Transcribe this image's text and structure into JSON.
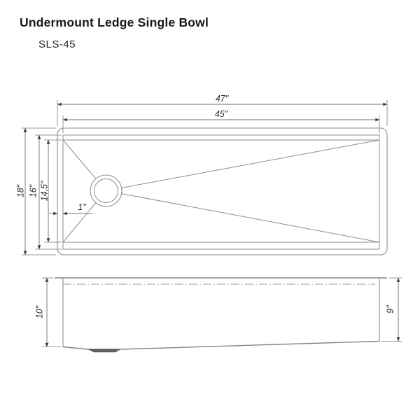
{
  "title": "Undermount Ledge Single Bowl",
  "model": "SLS-45",
  "top_view": {
    "outer_width": "47\"",
    "inner_width": "45\"",
    "outer_depth": "18\"",
    "inner_depth": "16\"",
    "bowl_bottom_depth": "14.5\"",
    "ledge_width": "1\""
  },
  "side_view": {
    "left_height": "10\"",
    "right_height": "9\""
  },
  "colors": {
    "drawing_line": "#8d8d91",
    "dimension_line": "#6f6f74",
    "text": "#26262c",
    "title_text": "#17171f",
    "drain_fill": "#5e5e63"
  }
}
